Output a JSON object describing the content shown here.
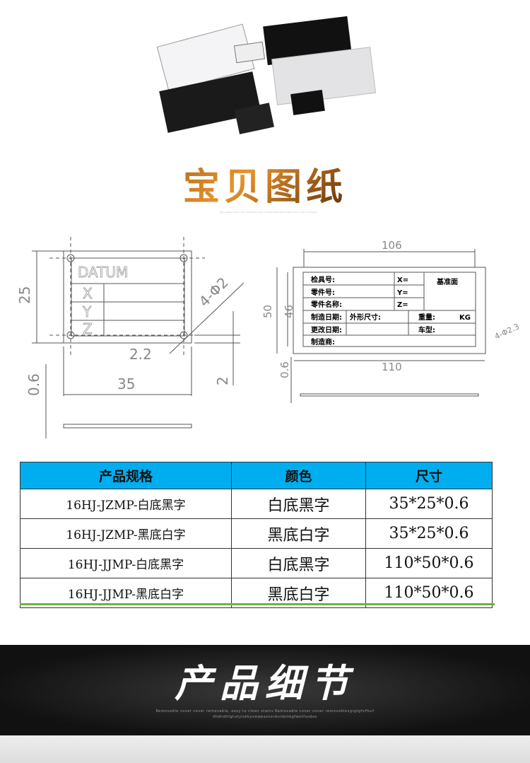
{
  "header": {
    "title": "宝贝图纸",
    "subtitle_lines": [
      "Removable cover cover removable, easy to clean stains Removable cover cover removable"
    ]
  },
  "drawing_small": {
    "plate_text": "DATUM",
    "rows": [
      "X",
      "Y",
      "Z"
    ],
    "dims": {
      "height": "25",
      "width": "35",
      "holes": "4-Φ2",
      "offset": "2.2",
      "edge": "2",
      "thickness": "0.6"
    }
  },
  "drawing_large": {
    "labels": [
      "检具号:",
      "零件号:",
      "零件名称:",
      "X=",
      "Y=",
      "Z=",
      "基准面",
      "制造日期:",
      "外形尺寸:",
      "重量:",
      "KG",
      "更改日期:",
      "车型:",
      "制造商:"
    ],
    "dims": {
      "outer_width": "106",
      "width": "110",
      "height": "50",
      "inner_height": "46",
      "holes": "4-Φ2.3",
      "thickness": "0.6"
    }
  },
  "table": {
    "headers": [
      "产品规格",
      "颜色",
      "尺寸"
    ],
    "rows": [
      [
        "16HJ-JZMP-白底黑字",
        "白底黑字",
        "35*25*0.6"
      ],
      [
        "16HJ-JZMP-黑底白字",
        "黑底白字",
        "35*25*0.6"
      ],
      [
        "16HJ-JJMP-白底黑字",
        "白底黑字",
        "110*50*0.6"
      ],
      [
        "16HJ-JJMP-黑底白字",
        "黑底白字",
        "110*50*0.6"
      ]
    ],
    "header_color": "#00aeef"
  },
  "banner": {
    "title": "产品细节",
    "subtitle": "Removable cover cover removable, easy to clean stains Removable cover cover removablesgrgtgfvffscf",
    "subtitle2": "dhdhdhfghztyiskkyswqwazxzvbvnbmkgfwetfusdav"
  }
}
